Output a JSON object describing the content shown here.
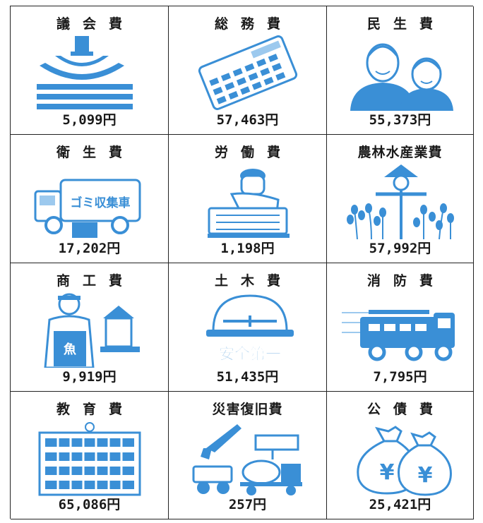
{
  "cells": [
    {
      "title": "議会費",
      "amount": "5,099円",
      "icon": "parliament-icon"
    },
    {
      "title": "総務費",
      "amount": "57,463円",
      "icon": "calculator-icon"
    },
    {
      "title": "民生費",
      "amount": "55,373円",
      "icon": "elderly-couple-icon"
    },
    {
      "title": "衛生費",
      "amount": "17,202円",
      "icon": "garbage-truck-icon",
      "label": "ゴミ収集車"
    },
    {
      "title": "労働費",
      "amount": "1,198円",
      "icon": "worker-icon"
    },
    {
      "title": "農林水産業費",
      "amount": "57,992円",
      "icon": "scarecrow-rice-icon"
    },
    {
      "title": "商工費",
      "amount": "9,919円",
      "icon": "fishmonger-icon",
      "label": "魚"
    },
    {
      "title": "土木費",
      "amount": "51,435円",
      "icon": "safety-helmet-icon",
      "label": "安全第一"
    },
    {
      "title": "消防費",
      "amount": "7,795円",
      "icon": "fire-truck-icon"
    },
    {
      "title": "教育費",
      "amount": "65,086円",
      "icon": "school-building-icon"
    },
    {
      "title": "災害復旧費",
      "amount": "257円",
      "icon": "construction-machines-icon"
    },
    {
      "title": "公債費",
      "amount": "25,421円",
      "icon": "yen-bags-icon",
      "label": "¥"
    }
  ],
  "colors": {
    "accent": "#3a8fd6",
    "light": "#9cc9ee",
    "ink": "#1a1a1a"
  }
}
